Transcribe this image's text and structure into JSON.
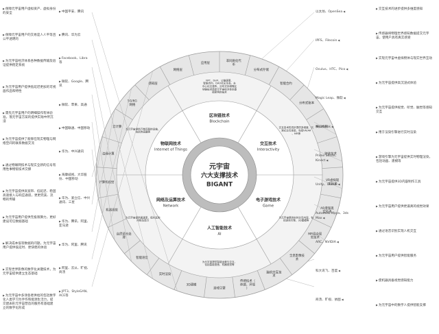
{
  "center": {
    "line1": "元宇宙",
    "line2": "六大支撑技术",
    "line3": "BIGANT"
  },
  "core": [
    {
      "cn": "区块链技术",
      "en": "Blockchain"
    },
    {
      "cn": "交互技术",
      "en": "Interactivity"
    },
    {
      "cn": "电子游戏技术",
      "en": "Game"
    },
    {
      "cn": "人工智能技术",
      "en": "AI"
    },
    {
      "cn": "网络及运算技术",
      "en": "Network"
    },
    {
      "cn": "物联网技术",
      "en": "Internet of Things"
    }
  ],
  "ring_labels": [
    "NFT、DeFi、公链速度、智能合约、DAO社区生态、去中心化交易所、分布式存储等区块链技术奠定元宇宙经济体系基础架构的技术",
    "交互技术的进步提供多维度、沉浸式交互体验，包括VR/AR、MR等",
    "为元宇宙提供实时交互内容，包括游戏引擎、3D建模等",
    "为元宇宙提供智能运营与交互，包括智能语音、机器视觉等",
    "为元宇宙提供高速率、低时延的网络及算力",
    "为元宇宙提供万物互联的设施，包括传感器等"
  ],
  "segments": [
    "非同质化代币",
    "分布式存储",
    "智能合约",
    "分布式账本",
    "共识机制",
    "跨链技术",
    "VR虚拟现实技术",
    "AR增强现实技术",
    "MR混合现实技术",
    "全息影像技术",
    "脑机交互技术",
    "传感技术（体感、环境）",
    "游戏引擎",
    "3D建模",
    "实时渲染",
    "智能语音",
    "自然语言处理",
    "机器视觉",
    "计算机视觉",
    "边缘计算",
    "云计算",
    "5G/6G网络",
    "感知层",
    "网络层",
    "应用层"
  ],
  "notes_left": [
    "保障元宇宙用户虚拟资产、虚拟身份的安全",
    "保障元宇宙用户的交易是人人平等且公平透明的",
    "为元宇宙经济体系各种数据传输及验证提供稳定系统",
    "为元宇宙用户提供低延迟更加的可视画作品和特性",
    "需先元宇宙用户的明细操作有体验准，落元宇宙方案的提供实践中所沉浸",
    "为元宇宙提供了能够在现实物理与网络空间的联系数据交流",
    "通过物联网技术与现实全新的信号有用性事物帮技术交撑",
    "为元宇宙提供高宽带、低延迟、稳固高速接入与响应通道，更更完美、流畅的传输",
    "为元宇宙用户提供无极限算力，更好建设可信数据基础",
    "解决成本低等数据的问题，为元宇宙用户提供低延时、更快稳的体验",
    "实现世界影像的数字化关键技术，为元宇宙提供建立生态基础",
    "为元宇宙中多领各者供给的包括数字化人类学习为手作和能源生活力，提交建表形元宇宙营造的服务有基础建立的数字化形成"
  ],
  "companies_left": [
    "中国平安、腾讯",
    "腾讯、华为云",
    "Facebook、Libra等",
    "微软、Google、腾讯",
    "微软、苹果、高通",
    "中国联通、中国移动",
    "华为、中兴通讯",
    "海康威视、大华股份、中国移动",
    "华为、爱立信、中兴通讯、三星",
    "华为、腾讯、阿里、亚马逊",
    "华为、阿里、腾讯",
    "阿里、云从、旷视、商汤",
    "JPT3、StyleGAN、ACE等"
  ],
  "notes_right": [
    "交互技术的进步提供多维度感知",
    "传感器将物理世界感知数据提交元宇宙，使用户具有真实感受",
    "实现元宇宙中虚拟物体与现实世界互动",
    "为元宇宙提供高沉浸式体验",
    "为元宇宙提供视觉、听觉、触觉等感知交互",
    "用于渲染引擎进行实时渲染",
    "游戏引擎为元宇宙提供实时物理渲染，包括动画、建模等",
    "为元宇宙提供3D内容制作工具",
    "为元宇宙用户提供更逼真的视觉效果",
    "通过语音识别实现人机交互",
    "为元宇宙用户提供智能服务",
    "使机器具备视觉感知能力",
    "为元宇宙中的数字人提供智能支撑"
  ],
  "companies_right": [
    "以太坊、OpenSea",
    "IPFS、Filecoin",
    "Oculus、HTC、Pico",
    "Magic Leap、微软",
    "Neuralink",
    "Prime Sense、Kinect",
    "Unity、Unreal",
    "Autodesk Maya、3ds Max",
    "ARC、NVIDIA",
    "科大讯飞、百度",
    "商汤、旷视、依图"
  ],
  "colors": {
    "ring_outer": "#e6e6e6",
    "ring_mid": "#cfcfcf",
    "ring_inner": "#bdbdbd",
    "core": "#ffffff",
    "center": "#444444",
    "line": "#9a9a9a"
  }
}
